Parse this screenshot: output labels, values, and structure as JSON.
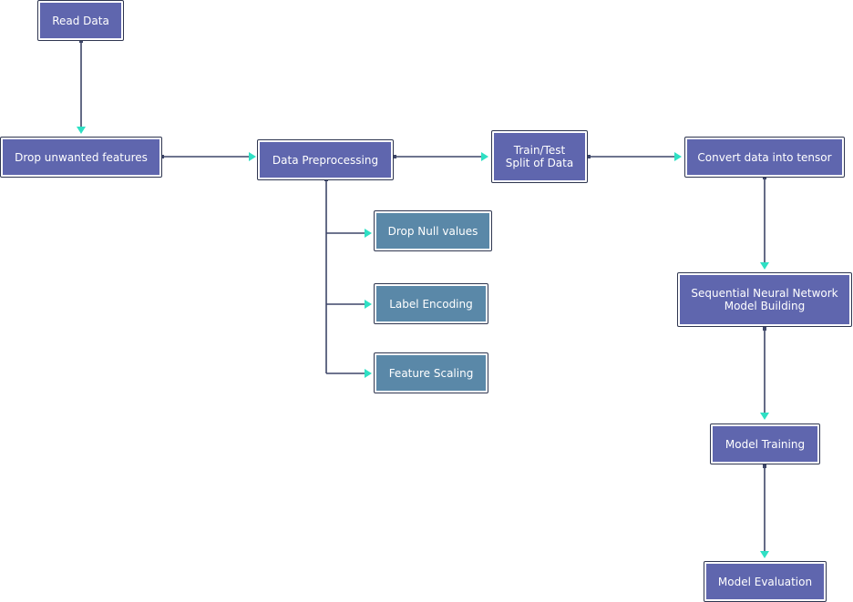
{
  "colors": {
    "primary_node": "#5f66ae",
    "secondary_node": "#5a88a8",
    "connector_line": "#3d4668",
    "arrow_head": "#2fe0c4"
  },
  "nodes": {
    "read_data": "Read Data",
    "drop_unwanted_features": "Drop unwanted features",
    "data_preprocessing": "Data Preprocessing",
    "train_test_split": "Train/Test\nSplit of Data",
    "convert_to_tensor": "Convert data into tensor",
    "drop_null_values": "Drop Null values",
    "label_encoding": "Label Encoding",
    "feature_scaling": "Feature Scaling",
    "sequential_nn": "Sequential Neural Network\nModel Building",
    "model_training": "Model Training",
    "model_evaluation": "Model Evaluation"
  }
}
